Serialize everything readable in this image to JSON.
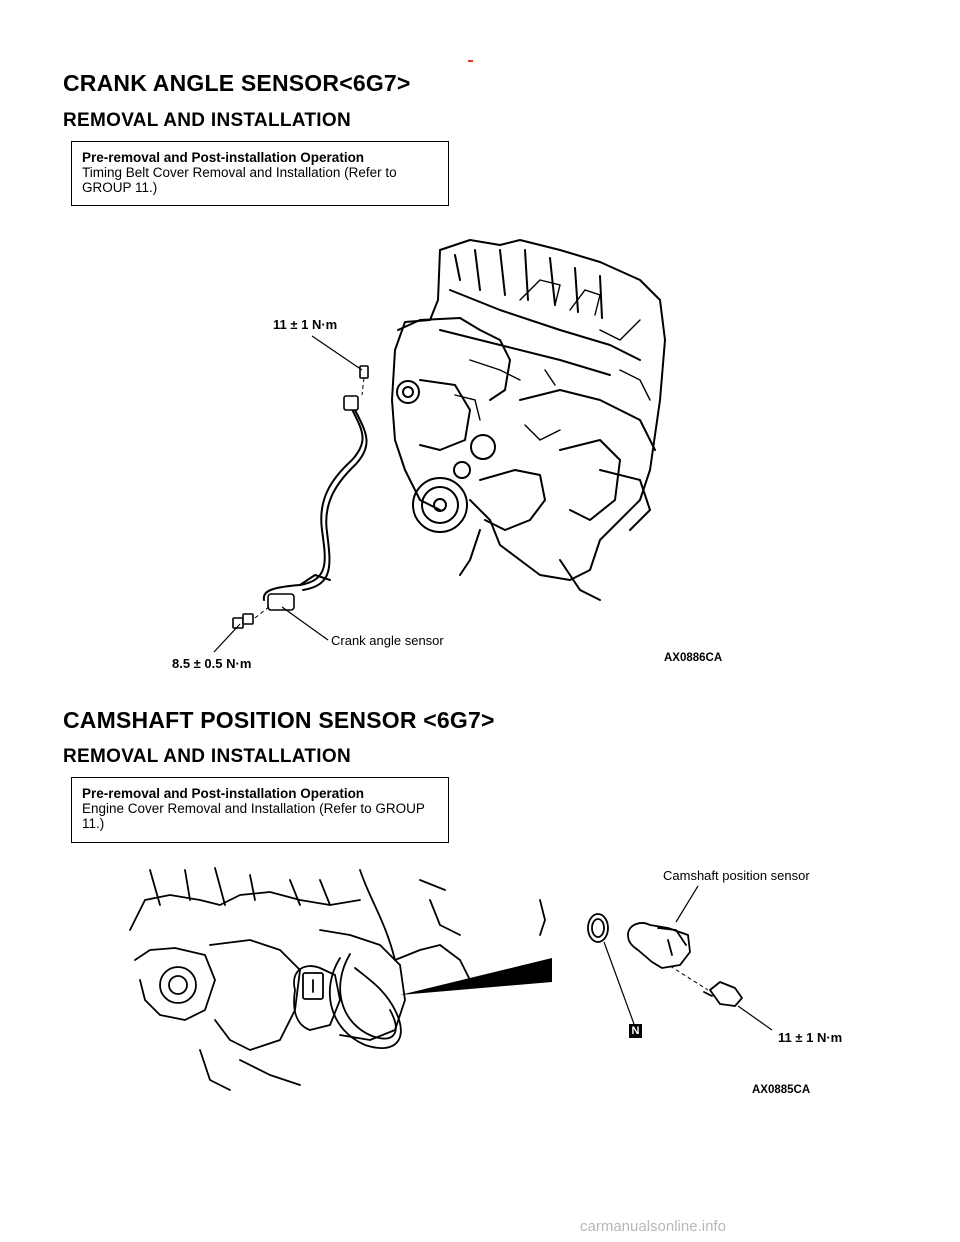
{
  "section1": {
    "title": "CRANK ANGLE SENSOR<6G7>",
    "subtitle": "REMOVAL AND INSTALLATION",
    "note": {
      "title": "Pre-removal and Post-installation Operation",
      "text": "Timing Belt Cover Removal and Installation (Refer to GROUP 11.)"
    },
    "figure": {
      "torque_top": "11 ± 1 N·m",
      "torque_bottom": "8.5 ± 0.5 N·m",
      "part_label": "Crank angle sensor",
      "figure_code": "AX0886CA"
    }
  },
  "section2": {
    "title": "CAMSHAFT POSITION SENSOR <6G7>",
    "subtitle": "REMOVAL AND INSTALLATION",
    "note": {
      "title": "Pre-removal and Post-installation Operation",
      "text": "Engine Cover Removal and Installation (Refer to GROUP 11.)"
    },
    "figure": {
      "part_label": "Camshaft position sensor",
      "torque": "11 ± 1 N·m",
      "new_part_marker": "N",
      "figure_code": "AX0885CA"
    }
  },
  "footer": {
    "watermark": "carmanualsonline.info"
  }
}
